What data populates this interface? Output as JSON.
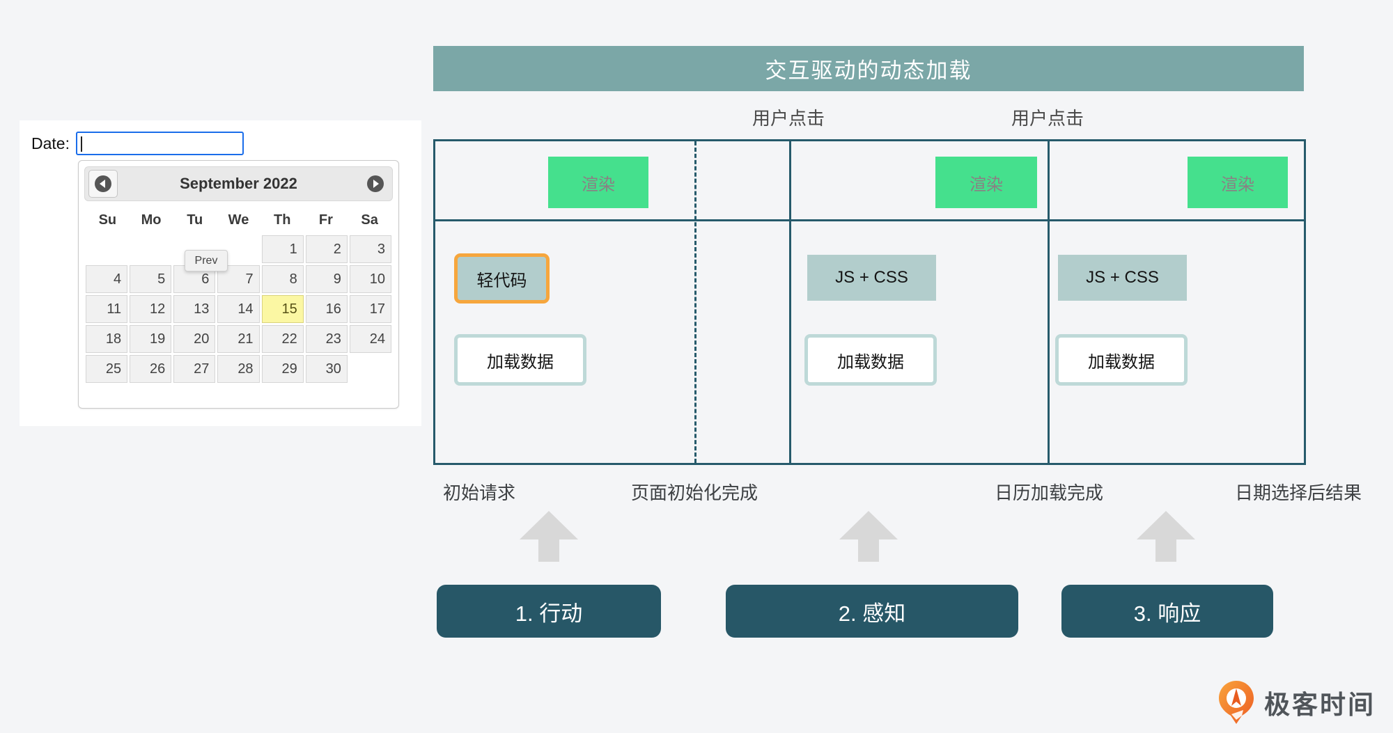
{
  "datepicker": {
    "date_label": "Date:",
    "input_value": "",
    "title": "September 2022",
    "prev_tooltip": "Prev",
    "weekdays": [
      "Su",
      "Mo",
      "Tu",
      "We",
      "Th",
      "Fr",
      "Sa"
    ],
    "weeks": [
      [
        "",
        "",
        "",
        "",
        "1",
        "2",
        "3"
      ],
      [
        "4",
        "5",
        "6",
        "7",
        "8",
        "9",
        "10"
      ],
      [
        "11",
        "12",
        "13",
        "14",
        "15",
        "16",
        "17"
      ],
      [
        "18",
        "19",
        "20",
        "21",
        "22",
        "23",
        "24"
      ],
      [
        "25",
        "26",
        "27",
        "28",
        "29",
        "30",
        ""
      ]
    ],
    "selected_day": "15",
    "highlight_color": "#fbf7a3",
    "input_focus_color": "#1a6dea"
  },
  "diagram": {
    "title": "交互驱动的动态加载",
    "click_label_1": "用户点击",
    "click_label_2": "用户点击",
    "render_label": "渲染",
    "light_code_label": "轻代码",
    "js_css_label": "JS + CSS",
    "load_data_label": "加载数据",
    "milestones": [
      "初始请求",
      "页面初始化完成",
      "日历加载完成",
      "日期选择后结果"
    ],
    "steps": [
      "1. 行动",
      "2. 感知",
      "3. 响应"
    ],
    "colors": {
      "titlebar": "#7ba7a7",
      "box_border": "#265a6b",
      "render_green": "#45e08d",
      "asset_fill": "#b2cdcc",
      "light_code_border": "#f6a63d",
      "load_data_border": "#bed9d8",
      "step_button": "#275767",
      "arrow_gray": "#d8d8d8"
    }
  },
  "brand": {
    "text": "极客时间",
    "logo_orange": "#f18d27"
  }
}
